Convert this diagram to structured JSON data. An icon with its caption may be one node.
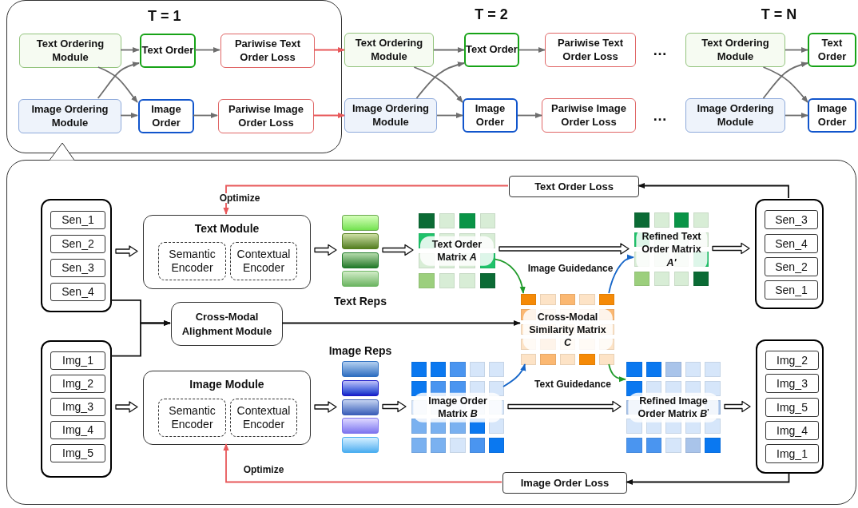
{
  "diagram": {
    "nodes": [
      {
        "text": [
          "T = 1"
        ]
      },
      {
        "text": [
          "Text Ordering Module"
        ],
        "in": 0
      },
      {
        "text": [
          "Text Order"
        ],
        "in": 0
      },
      {
        "text": [
          "Pariwise Text Order Loss"
        ],
        "in": 0
      },
      {
        "text": [
          "Image Ordering Module"
        ],
        "in": 0
      },
      {
        "text": [
          "Image Order"
        ],
        "in": 0
      },
      {
        "text": [
          "Pariwise Image Order Loss"
        ],
        "in": 0
      },
      {
        "text": [
          "Text Ordering Module"
        ]
      },
      {
        "text": [
          "Text Order"
        ]
      },
      {
        "text": [
          "Pariwise Text Order Loss"
        ]
      },
      {
        "text": [
          "Image Ordering Module"
        ]
      },
      {
        "text": [
          "Image Order"
        ]
      },
      {
        "text": [
          "Pariwise Image Order Loss"
        ]
      },
      {
        "text": [
          "Text Ordering Module"
        ]
      },
      {
        "text": [
          "Text Order"
        ]
      },
      {
        "text": [
          "Image Ordering Module"
        ]
      },
      {
        "text": [
          "Image Order"
        ]
      },
      {
        "text": [],
        "shape": "box"
      },
      {
        "text": [],
        "shape": "box",
        "in": 17
      },
      {
        "text": [
          "Sen_1"
        ],
        "in": 18
      },
      {
        "text": [
          "Sen_2"
        ],
        "in": 18
      },
      {
        "text": [
          "Sen_3"
        ],
        "in": 18
      },
      {
        "text": [
          "Sen_4"
        ],
        "in": 18
      },
      {
        "text": [],
        "shape": "box",
        "in": 17
      },
      {
        "text": [
          "Img_1"
        ],
        "in": 23
      },
      {
        "text": [
          "Img_2"
        ],
        "in": 23
      },
      {
        "text": [
          "Img_3"
        ],
        "in": 23
      },
      {
        "text": [
          "Img_4"
        ],
        "in": 23
      },
      {
        "text": [
          "Img_5"
        ],
        "in": 23
      },
      {
        "text": [
          "Text Module"
        ],
        "in": 17
      },
      {
        "text": [
          "Semantic Encoder"
        ],
        "in": 29
      },
      {
        "text": [
          "Contextual Encoder"
        ],
        "in": 29
      },
      {
        "text": [
          "Cross-Modal Alighment Module"
        ],
        "in": 17
      },
      {
        "text": [
          "Image Module"
        ],
        "in": 17
      },
      {
        "text": [
          "Semantic Encoder"
        ],
        "in": 33
      },
      {
        "text": [
          "Contextual Encoder"
        ],
        "in": 33
      },
      {
        "text": [],
        "shape": "picture",
        "in": 17,
        "beside": [
          "Text Reps"
        ]
      },
      {
        "text": [],
        "shape": "picture",
        "in": 17,
        "beside": [
          "Image Reps"
        ]
      },
      {
        "text": [
          "Text Order Matrix *A*"
        ],
        "in": 17
      },
      {
        "text": [
          "Cross-Modal Similarity Matrix *C*"
        ],
        "in": 17
      },
      {
        "text": [
          "Refined Text Order Matrix *A'*"
        ],
        "in": 17
      },
      {
        "text": [
          "Image Order Matrix *B*"
        ],
        "in": 17
      },
      {
        "text": [
          "Refined Image Order Matrix *B*$^{'}$"
        ],
        "in": 17
      },
      {
        "text": [],
        "shape": "box",
        "in": 17
      },
      {
        "text": [
          "Sen_3"
        ],
        "in": 43
      },
      {
        "text": [
          "Sen_4"
        ],
        "in": 43
      },
      {
        "text": [
          "Sen_2"
        ],
        "in": 43
      },
      {
        "text": [
          "Sen_1"
        ],
        "in": 43
      },
      {
        "text": [],
        "shape": "box",
        "in": 17
      },
      {
        "text": [
          "Img_2"
        ],
        "in": 48
      },
      {
        "text": [
          "Img_3"
        ],
        "in": 48
      },
      {
        "text": [
          "Img_5"
        ],
        "in": 48
      },
      {
        "text": [
          "Img_4"
        ],
        "in": 48
      },
      {
        "text": [
          "Img_1"
        ],
        "in": 48
      },
      {
        "text": [
          "Text Order Loss"
        ],
        "in": 17
      },
      {
        "text": [
          "Image Order Loss"
        ],
        "in": 17
      }
    ],
    "edges": [
      {
        "from": 1,
        "to": 2,
        "arrow": "to"
      },
      {
        "from": 1,
        "to": 5,
        "arrow": "to"
      },
      {
        "from": 4,
        "to": 2,
        "arrow": "to"
      },
      {
        "from": 4,
        "to": 5,
        "arrow": "to"
      },
      {
        "from": 2,
        "to": 3,
        "arrow": "to"
      },
      {
        "from": 5,
        "to": 6,
        "arrow": "to"
      },
      {
        "from": 3,
        "to": 7,
        "arrow": "to",
        "color": "#e8585a"
      },
      {
        "from": 6,
        "to": 10,
        "arrow": "to",
        "color": "#e8585a"
      },
      {
        "from": 7,
        "to": 8,
        "arrow": "to"
      },
      {
        "from": 7,
        "to": 11,
        "arrow": "to"
      },
      {
        "from": 10,
        "to": 8,
        "arrow": "to"
      },
      {
        "from": 10,
        "to": 11,
        "arrow": "to"
      },
      {
        "from": 8,
        "to": 9,
        "arrow": "to"
      },
      {
        "from": 11,
        "to": 12,
        "arrow": "to"
      },
      {
        "from": 13,
        "to": 14,
        "arrow": "to"
      },
      {
        "from": 13,
        "to": 16,
        "arrow": "to"
      },
      {
        "from": 15,
        "to": 14,
        "arrow": "to"
      },
      {
        "from": 15,
        "to": 16,
        "arrow": "to"
      },
      {
        "from": 18,
        "to": 29,
        "arrow": "to",
        "style": "thick",
        "color": "#111111"
      },
      {
        "from": 23,
        "to": 33,
        "arrow": "to",
        "style": "thick",
        "color": "#111111"
      },
      {
        "from": 29,
        "to": 36,
        "arrow": "to",
        "style": "thick",
        "color": "#111111"
      },
      {
        "from": 33,
        "to": 37,
        "arrow": "to",
        "style": "thick",
        "color": "#111111"
      },
      {
        "from": 36,
        "to": 38,
        "arrow": "to",
        "style": "thick",
        "color": "#111111"
      },
      {
        "from": 37,
        "to": 41,
        "arrow": "to",
        "style": "thick",
        "color": "#111111"
      },
      {
        "from": 18,
        "to": 32,
        "arrow": "to",
        "color": "#111111"
      },
      {
        "from": 23,
        "to": 32,
        "arrow": "to",
        "color": "#111111"
      },
      {
        "from": 32,
        "to": 39,
        "arrow": "to",
        "color": "#111111"
      },
      {
        "from": 38,
        "to": 39,
        "arrow": "to",
        "color": "#1f9a2a"
      },
      {
        "from": 41,
        "to": 39,
        "arrow": "to",
        "color": "#1565c8"
      },
      {
        "from": 39,
        "to": 40,
        "arrow": "to",
        "color": "#1565c8",
        "label": "Image Guidedance"
      },
      {
        "from": 39,
        "to": 42,
        "arrow": "to",
        "color": "#1f9a2a",
        "label": "Text Guidedance"
      },
      {
        "from": 38,
        "to": 40,
        "arrow": "to",
        "style": "thick",
        "color": "#111111"
      },
      {
        "from": 41,
        "to": 42,
        "arrow": "to",
        "style": "thick",
        "color": "#111111"
      },
      {
        "from": 40,
        "to": 43,
        "arrow": "to",
        "style": "thick",
        "color": "#111111"
      },
      {
        "from": 42,
        "to": 48,
        "arrow": "to",
        "style": "thick",
        "color": "#111111"
      },
      {
        "from": 43,
        "to": 54,
        "arrow": "to",
        "color": "#111111"
      },
      {
        "from": 48,
        "to": 55,
        "arrow": "to",
        "color": "#111111"
      },
      {
        "from": 54,
        "to": 29,
        "arrow": "to",
        "color": "#e8585a",
        "label": "Optimize"
      },
      {
        "from": 55,
        "to": 33,
        "arrow": "to",
        "color": "#e8585a",
        "label": "Optimize"
      }
    ],
    "labels": [
      "T = 2",
      "T = N",
      "…",
      "…"
    ]
  }
}
